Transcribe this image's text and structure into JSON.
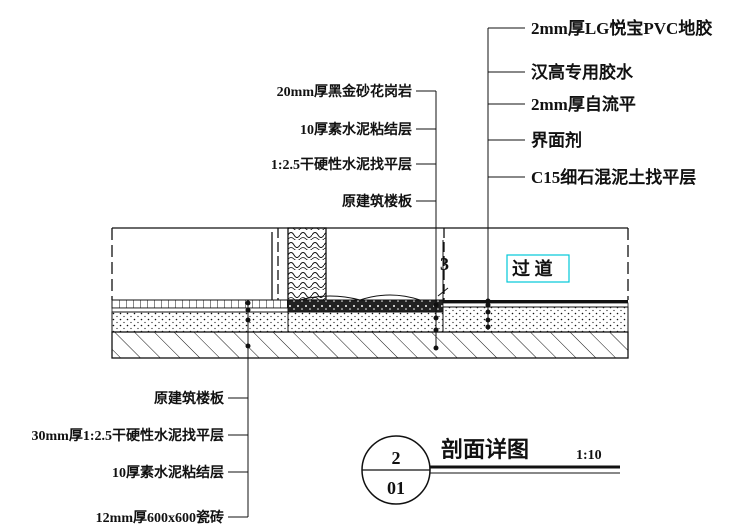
{
  "diagram": {
    "labels_right": [
      "2mm厚LG悦宝PVC地胶",
      "汉高专用胶水",
      "2mm厚自流平",
      "界面剂",
      "C15细石混泥土找平层"
    ],
    "labels_mid": [
      "20mm厚黑金砂花岗岩",
      "10厚素水泥粘结层",
      "1:2.5干硬性水泥找平层",
      "原建筑楼板"
    ],
    "labels_bottom": [
      "原建筑楼板",
      "30mm厚1:2.5干硬性水泥找平层",
      "10厚素水泥粘结层",
      "12mm厚600x600瓷砖"
    ],
    "dimension": "3",
    "area_label": "过  道",
    "title": {
      "number": "2",
      "sheet": "01",
      "name": "剖面详图",
      "scale": "1:10"
    },
    "colors": {
      "line": "#111111",
      "area_label_box": "#00c8d8"
    }
  }
}
